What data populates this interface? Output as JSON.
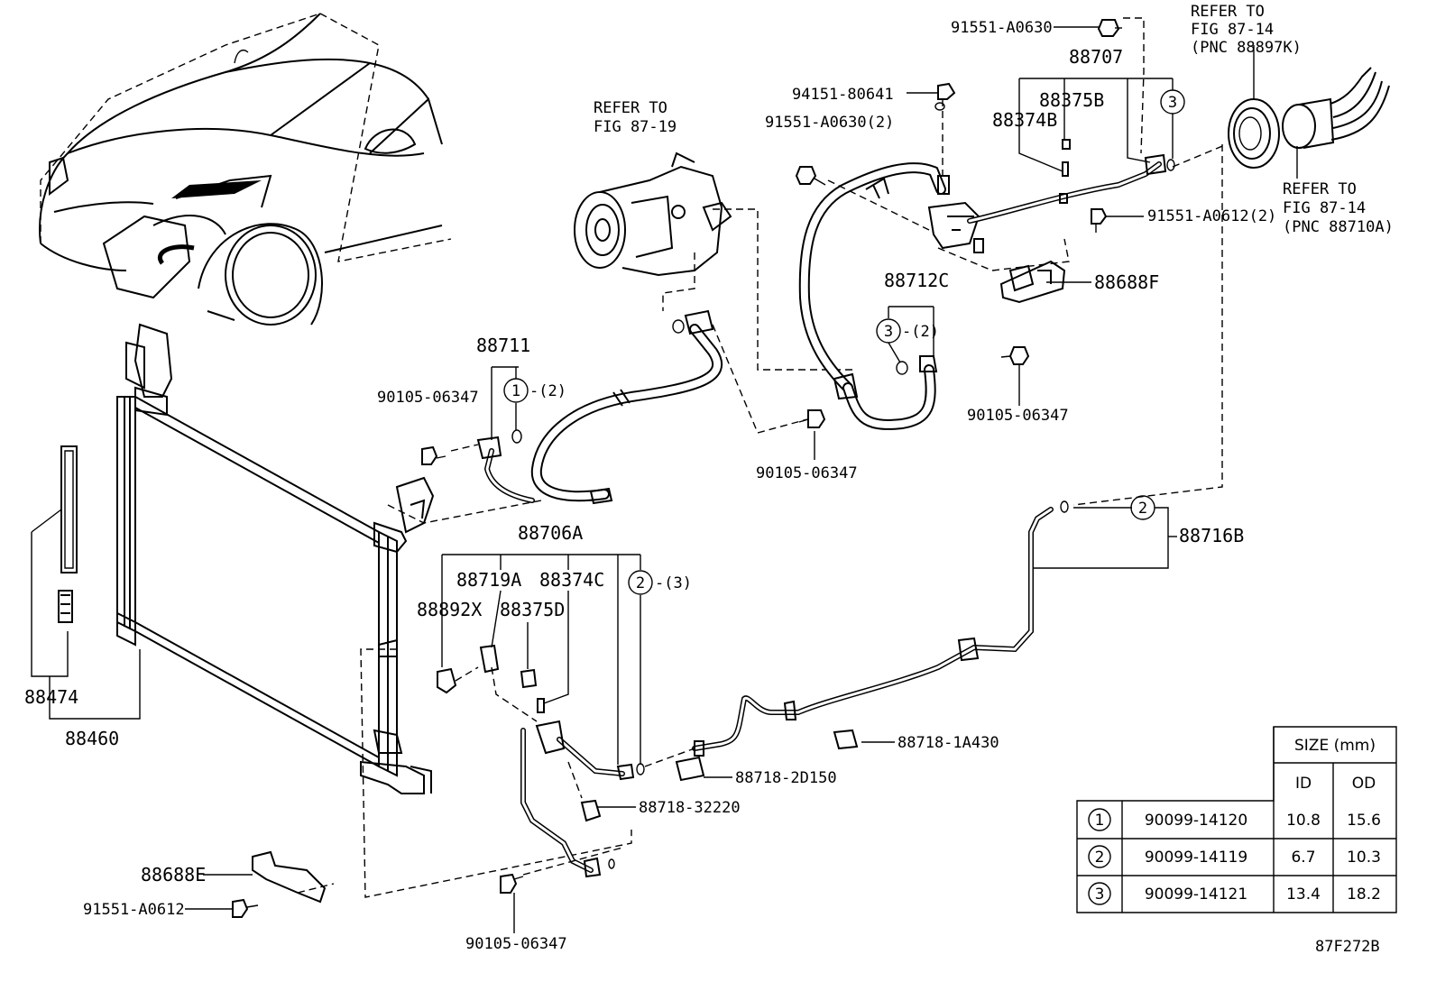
{
  "figure_id": "87F272B",
  "labels": {
    "p91551_a0630": "91551-A0630",
    "p88707": "88707",
    "refer_87_14_a_l1": "REFER TO",
    "refer_87_14_a_l2": "FIG 87-14",
    "refer_87_14_a_l3": "(PNC 88897K)",
    "refer_87_19_l1": "REFER TO",
    "refer_87_19_l2": "FIG 87-19",
    "p94151_80641": "94151-80641",
    "p91551_a0630_2": "91551-A0630(2)",
    "p88375b": "88375B",
    "p88374b": "88374B",
    "refer_87_14_b_l1": "REFER TO",
    "refer_87_14_b_l2": "FIG 87-14",
    "refer_87_14_b_l3": "(PNC 88710A)",
    "p91551_a0612_2": "91551-A0612(2)",
    "p88688f": "88688F",
    "p88712c": "88712C",
    "qty_2_a": "-(2)",
    "p90105_06347_a": "90105-06347",
    "p88711": "88711",
    "qty_2_b": "-(2)",
    "p90105_06347_b": "90105-06347",
    "p90105_06347_c": "90105-06347",
    "p88716b": "88716B",
    "p88706a": "88706A",
    "p88719a": "88719A",
    "p88374c": "88374C",
    "qty_3": "-(3)",
    "p88892x": "88892X",
    "p88375d": "88375D",
    "p88474": "88474",
    "p88460": "88460",
    "p88718_1a430": "88718-1A430",
    "p88718_2d150": "88718-2D150",
    "p88718_32220": "88718-32220",
    "p88688e": "88688E",
    "p91551_a0612": "91551-A0612",
    "p90105_06347_d": "90105-06347"
  },
  "callouts": {
    "one": "1",
    "two": "2",
    "three": "3"
  },
  "size_table": {
    "header": "SIZE (mm)",
    "col_id": "ID",
    "col_od": "OD",
    "rows": [
      {
        "num": "1",
        "part": "90099-14120",
        "id": "10.8",
        "od": "15.6"
      },
      {
        "num": "2",
        "part": "90099-14119",
        "id": "6.7",
        "od": "10.3"
      },
      {
        "num": "3",
        "part": "90099-14121",
        "id": "13.4",
        "od": "18.2"
      }
    ]
  }
}
